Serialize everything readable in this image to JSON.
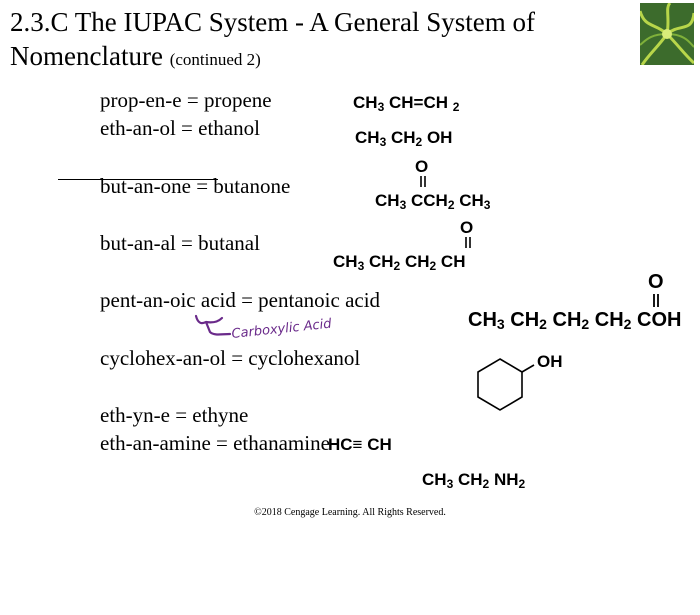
{
  "slide": {
    "title_main": "2.3.C The IUPAC System - A General System of Nomenclature",
    "title_sub": "(continued 2)"
  },
  "equations": [
    "prop-en-e = propene",
    "eth-an-ol = ethanol",
    "but-an-one = butanone",
    "but-an-al = butanal",
    "pent-an-oic acid = pentanoic acid",
    "cyclohex-an-ol = cyclohexanol",
    "eth-yn-e = ethyne",
    "eth-an-amine = ethanamine"
  ],
  "structures": {
    "propene": [
      "CH",
      "3",
      " CH=CH ",
      "2"
    ],
    "ethanol": [
      "CH",
      "3",
      " CH",
      "2",
      " OH"
    ],
    "butanone": {
      "top": "O",
      "chain": [
        "CH",
        "3",
        " CCH",
        "2",
        " CH",
        "3"
      ]
    },
    "butanal": {
      "top": "O",
      "chain": [
        "CH",
        "3",
        " CH",
        "2",
        " CH",
        "2",
        " CH"
      ]
    },
    "pentanoic_acid": {
      "top": "O",
      "chain": [
        "CH",
        "3",
        " CH",
        "2",
        " CH",
        "2",
        " CH",
        "2",
        " COH"
      ]
    },
    "cyclohexanol": {
      "substituent": "OH"
    },
    "ethyne": "HC≡ CH",
    "ethanamine": [
      "CH",
      "3",
      " CH",
      "2",
      " NH",
      "2"
    ]
  },
  "annotation": {
    "handwritten": "Carboxylic Acid",
    "ink_color": "#6a2a8a"
  },
  "footer": {
    "copyright": "©2018 Cengage Learning. All Rights Reserved."
  }
}
